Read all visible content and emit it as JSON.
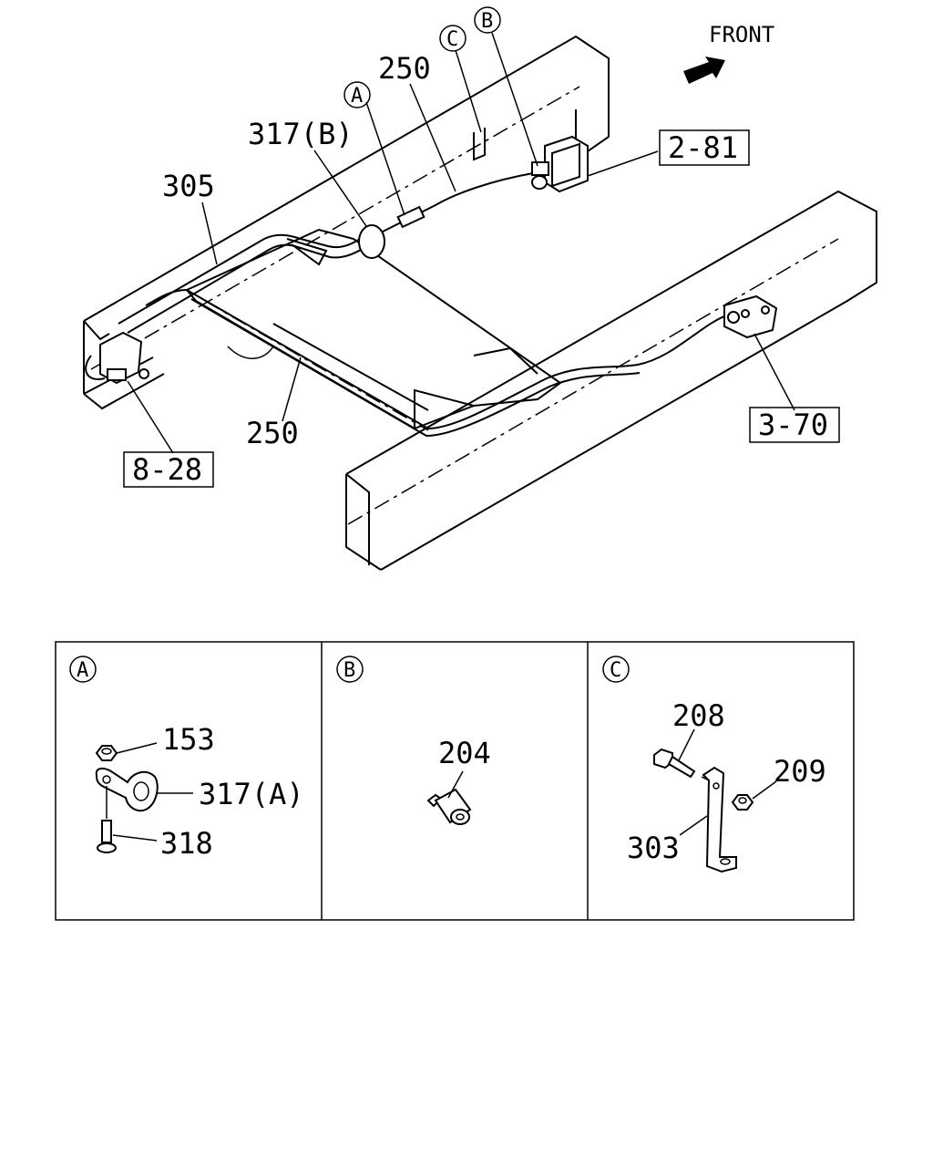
{
  "main": {
    "front_label": "FRONT",
    "callouts": {
      "c250_top": "250",
      "c250_bottom": "250",
      "c317b": "317(B)",
      "c305": "305",
      "circle_a": "A",
      "circle_b": "B",
      "circle_c": "C"
    },
    "refs": {
      "r281": "2-81",
      "r370": "3-70",
      "r828": "8-28"
    }
  },
  "details": {
    "a": {
      "marker": "A",
      "parts": {
        "p153": "153",
        "p317a": "317(A)",
        "p318": "318"
      }
    },
    "b": {
      "marker": "B",
      "parts": {
        "p204": "204"
      }
    },
    "c": {
      "marker": "C",
      "parts": {
        "p208": "208",
        "p209": "209",
        "p303": "303"
      }
    }
  }
}
